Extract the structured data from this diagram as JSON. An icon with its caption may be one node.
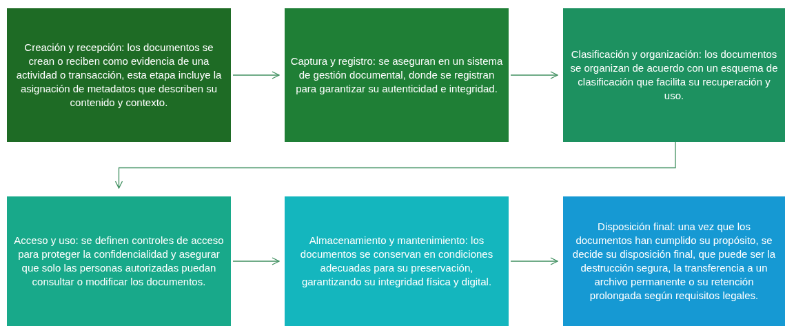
{
  "diagram": {
    "nodes": [
      {
        "text": [
          "Creación y recepción: los documentos se crean o reciben como evidencia de una actividad o transacción, esta etapa incluye la asignación de metadatos que describen su contenido y contexto."
        ]
      },
      {
        "text": [
          "Captura y registro: se aseguran en un sistema de gestión documental, donde se registran para garantizar su autenticidad e integridad."
        ]
      },
      {
        "text": [
          "Clasificación y organización: los documentos se organizan de acuerdo con un esquema de clasificación que facilita su recuperación y uso."
        ]
      },
      {
        "text": [
          "Acceso y uso: se definen controles de acceso para proteger la confidencialidad y asegurar que solo las personas autorizadas puedan consultar o modificar los documentos."
        ]
      },
      {
        "text": [
          "Almacenamiento y mantenimiento: los documentos se conservan en condiciones adecuadas para su preservación, garantizando su integridad física y digital."
        ]
      },
      {
        "text": [
          "Disposición final: una vez que los documentos han cumplido su propósito, se decide su disposición final, que puede ser la destrucción segura, la transferencia a un archivo permanente o su retención prolongada según requisitos legales."
        ]
      }
    ],
    "edges": [
      {
        "from": 0,
        "to": 1,
        "arrow": "to"
      },
      {
        "from": 1,
        "to": 2,
        "arrow": "to"
      },
      {
        "from": 2,
        "to": 3,
        "arrow": "to"
      },
      {
        "from": 3,
        "to": 4,
        "arrow": "to"
      },
      {
        "from": 4,
        "to": 5,
        "arrow": "to"
      }
    ]
  }
}
